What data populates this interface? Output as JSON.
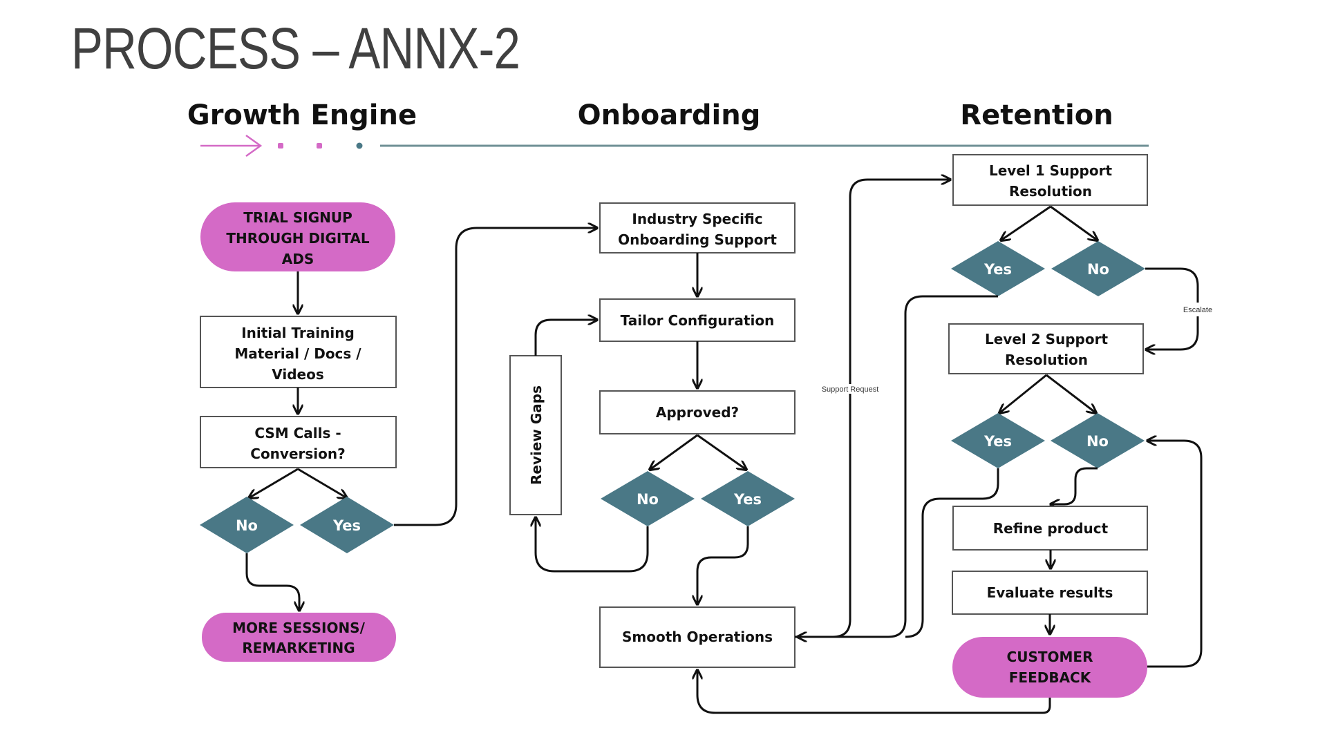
{
  "slide": {
    "title": "PROCESS – ANNX-2"
  },
  "phases": {
    "growth": "Growth Engine",
    "onboarding": "Onboarding",
    "retention": "Retention"
  },
  "colors": {
    "accent_pink": "#d46ac6",
    "decision_teal": "#4a7886",
    "rule": "#6e8f94",
    "title": "#404040"
  },
  "growth_engine": {
    "trial_signup": [
      "TRIAL SIGNUP",
      "THROUGH DIGITAL",
      "ADS"
    ],
    "initial_training": [
      "Initial Training",
      "Material / Docs /",
      "Videos"
    ],
    "csm_calls": [
      "CSM Calls -",
      "Conversion?"
    ],
    "decision_no": "No",
    "decision_yes": "Yes",
    "more_sessions": [
      "MORE SESSIONS/",
      "REMARKETING"
    ]
  },
  "onboarding": {
    "industry_support": [
      "Industry Specific",
      "Onboarding Support"
    ],
    "tailor_config": "Tailor Configuration",
    "approved": "Approved?",
    "decision_no": "No",
    "decision_yes": "Yes",
    "review_gaps": "Review Gaps",
    "smooth_operations": "Smooth Operations"
  },
  "retention": {
    "level1": [
      "Level 1 Support",
      "Resolution"
    ],
    "level1_yes": "Yes",
    "level1_no": "No",
    "escalate_label": "Escalate",
    "level2": [
      "Level 2 Support",
      "Resolution"
    ],
    "level2_yes": "Yes",
    "level2_no": "No",
    "refine_product": "Refine product",
    "evaluate_results": "Evaluate results",
    "customer_feedback": [
      "CUSTOMER",
      "FEEDBACK"
    ],
    "support_request_label": "Support Request"
  }
}
